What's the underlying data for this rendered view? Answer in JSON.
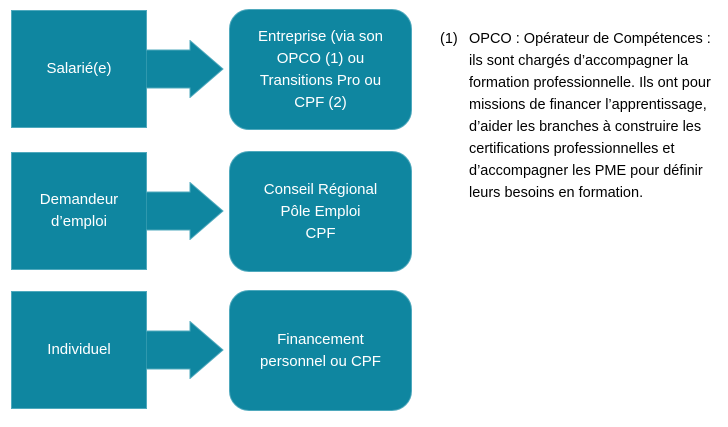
{
  "colors": {
    "shape_fill": "#0F86A0",
    "shape_border": "#4FA9BD",
    "label_text": "#FFFFFF",
    "note_text": "#000000",
    "background": "#FFFFFF"
  },
  "diagram": {
    "rows": [
      {
        "source": "Salarié(e)",
        "target": "Entreprise (via son\nOPCO (1) ou\nTransitions Pro ou\nCPF (2)"
      },
      {
        "source": "Demandeur\nd’emploi",
        "target": "Conseil Régional\nPôle Emploi\nCPF"
      },
      {
        "source": "Individuel",
        "target": "Financement\npersonnel ou CPF"
      }
    ]
  },
  "footnote": {
    "marker": "(1)",
    "text": "OPCO : Opérateur de Compétences : ils sont chargés d’accompagner la formation professionnelle. Ils ont pour missions de financer l’apprentissage, d’aider les branches à construire les certifications professionnelles et d’accompagner les PME pour définir leurs besoins en formation."
  }
}
